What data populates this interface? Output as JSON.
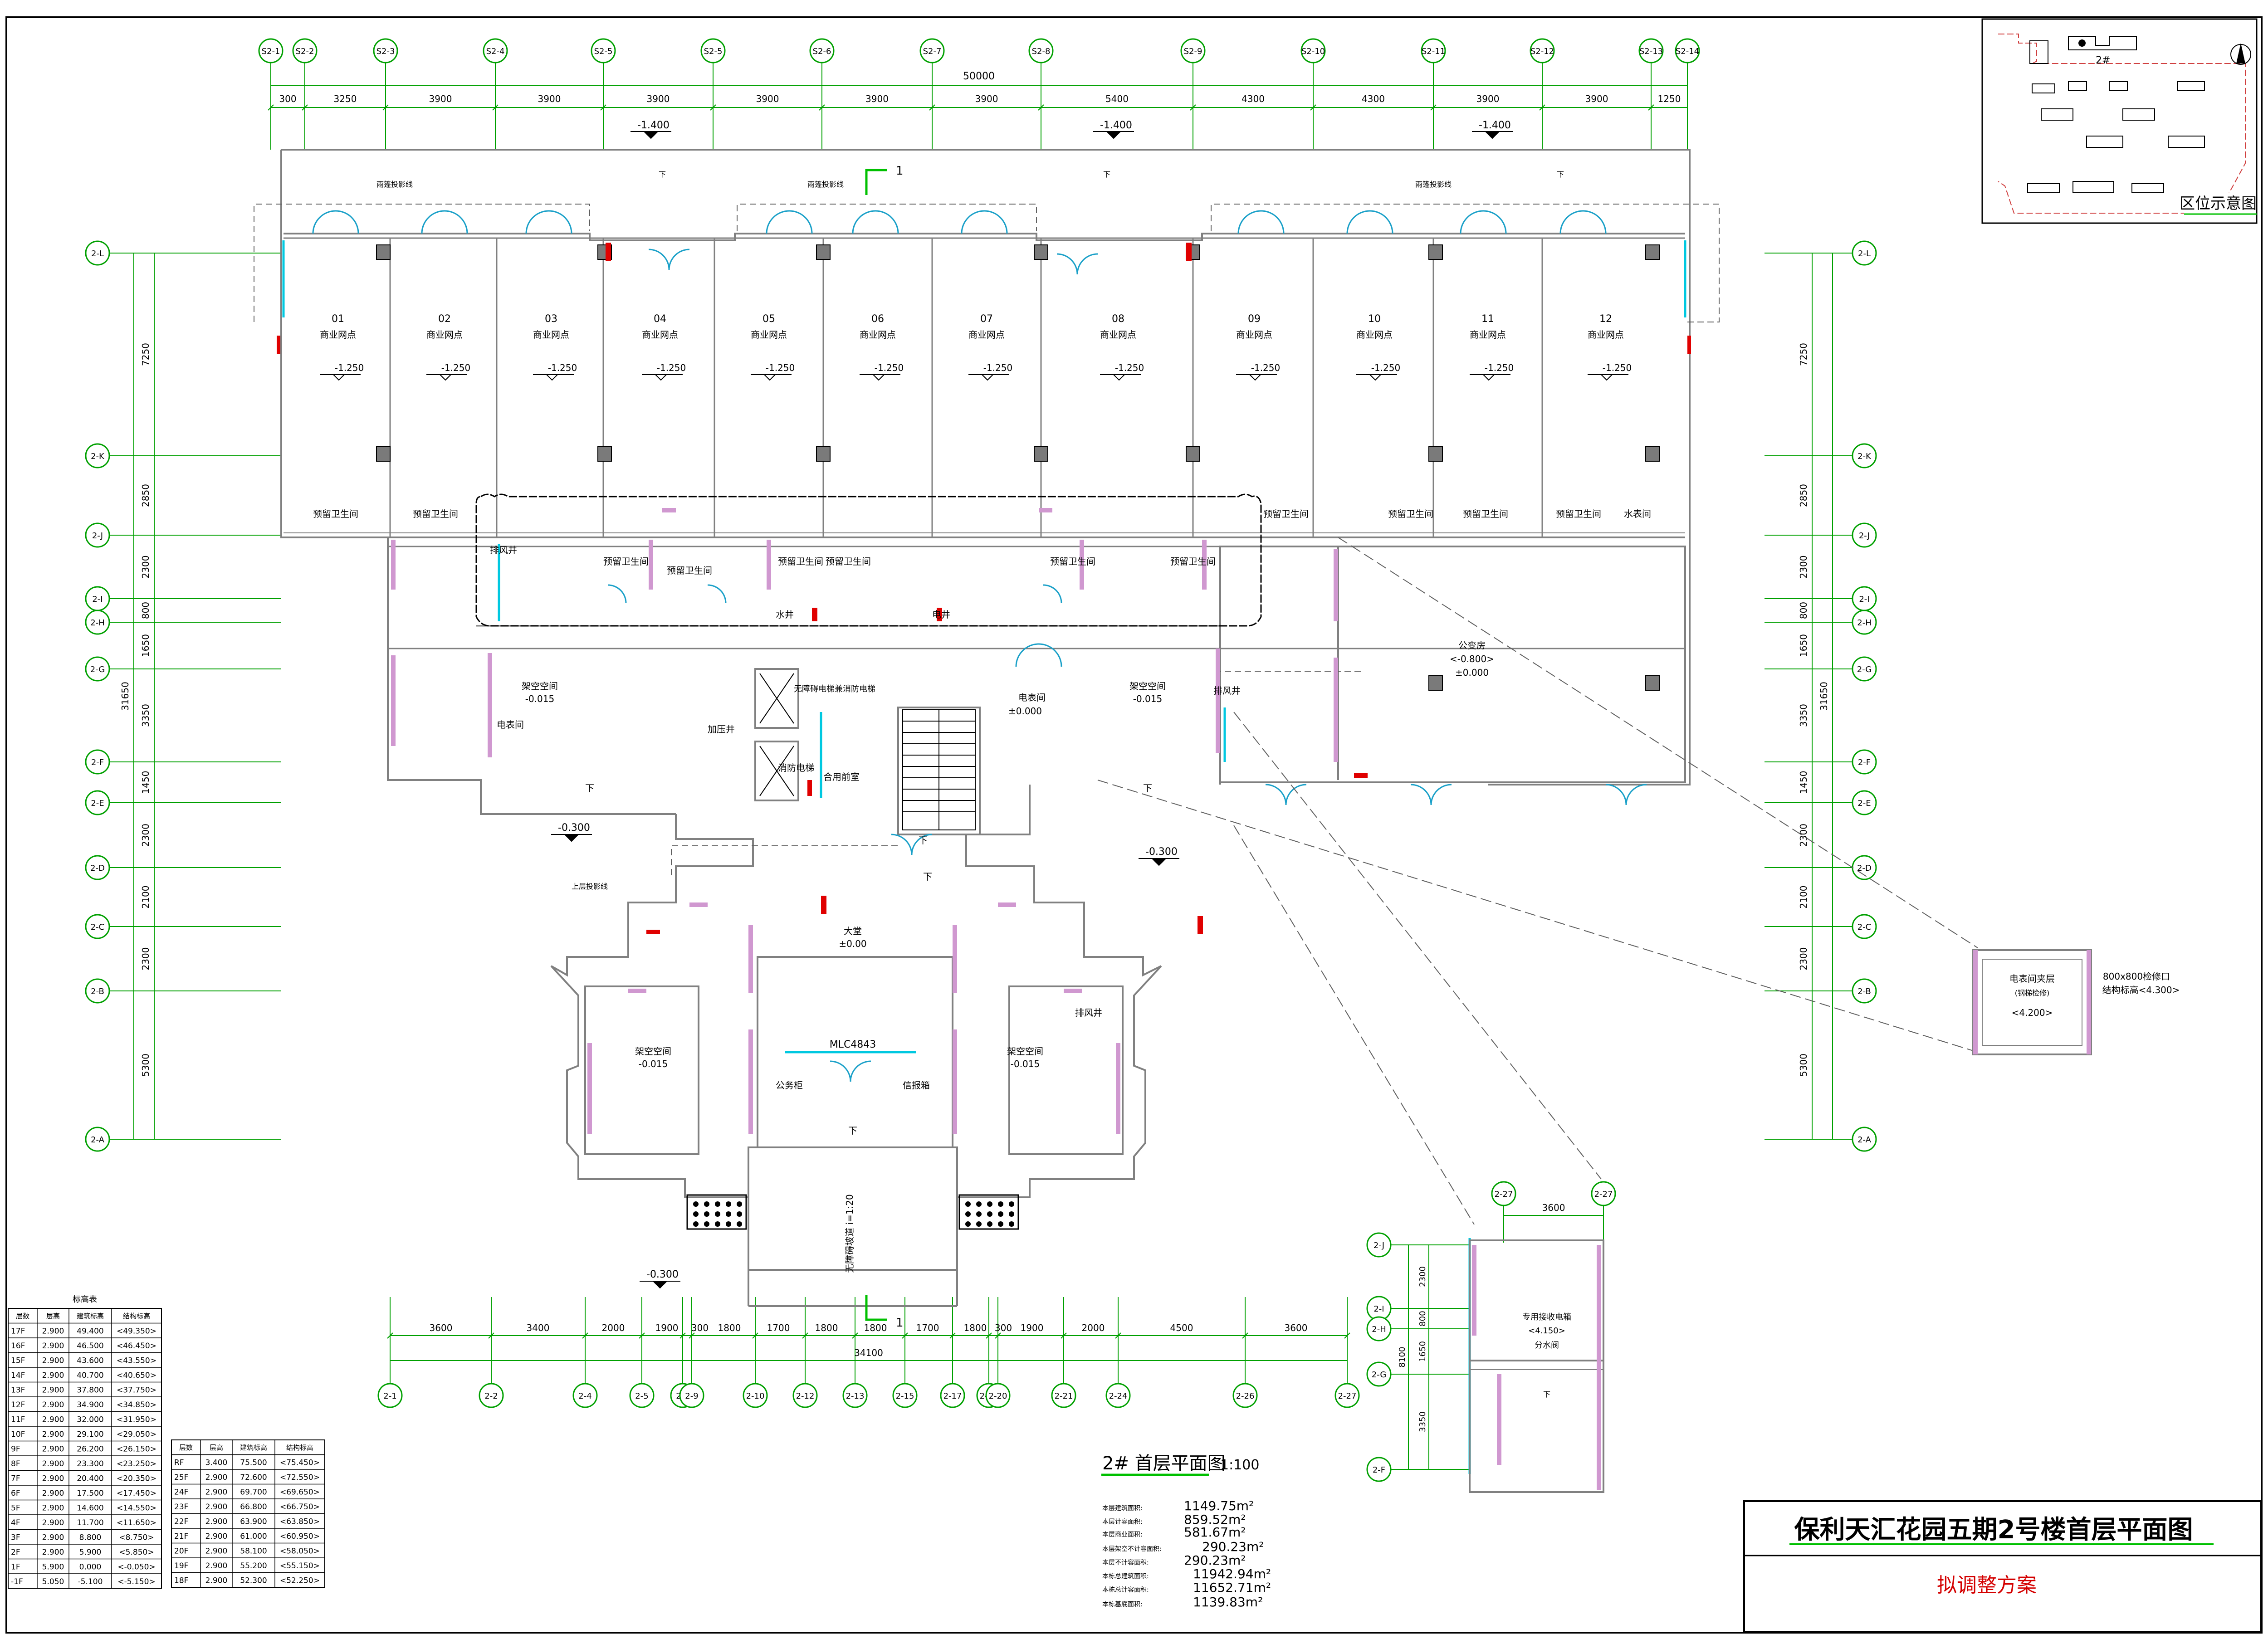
{
  "drawing": {
    "title": "保利天汇花园五期2号楼首层平面图",
    "status": "拟调整方案",
    "view_title": "2# 首层平面图",
    "scale": "1:100",
    "locator_label": "区位示意图",
    "locator_building": "2#"
  },
  "grids": {
    "top": [
      "S2-1",
      "S2-2",
      "S2-3",
      "S2-4",
      "S2-5",
      "S2-5",
      "S2-6",
      "S2-7",
      "S2-8",
      "S2-9",
      "S2-10",
      "S2-11",
      "S2-12",
      "S2-13",
      "S2-14"
    ],
    "top_total": "50000",
    "top_dims": [
      "300",
      "3250",
      "3900",
      "3900",
      "3900",
      "3900",
      "3900",
      "3900",
      "5400",
      "4300",
      "4300",
      "3900",
      "3900",
      "1250"
    ],
    "bottom": [
      "2-1",
      "2-2",
      "2-4",
      "2-5",
      "2-8",
      "2-9",
      "2-10",
      "2-12",
      "2-13",
      "2-15",
      "2-17",
      "2-19",
      "2-20",
      "2-21",
      "2-24",
      "2-26",
      "2-27"
    ],
    "bottom_total": "34100",
    "bottom_dims": [
      "3600",
      "3400",
      "2000",
      "1900",
      "300",
      "1800",
      "1700",
      "1800",
      "1800",
      "1700",
      "1800",
      "300",
      "1900",
      "2000",
      "4500",
      "3600"
    ],
    "left": [
      "2-L",
      "2-K",
      "2-J",
      "2-I",
      "2-H",
      "2-G",
      "2-F",
      "2-E",
      "2-D",
      "2-C",
      "2-B",
      "2-A"
    ],
    "left_dims": [
      "7250",
      "2850",
      "2300",
      "800",
      "1650",
      "3350",
      "1450",
      "2300",
      "2100",
      "2300",
      "5300"
    ],
    "left_total": "31650",
    "right": [
      "2-L",
      "2-K",
      "2-J",
      "2-I",
      "2-H",
      "2-G",
      "2-F",
      "2-E",
      "2-D",
      "2-C",
      "2-B",
      "2-A"
    ],
    "right_dims": [
      "7250",
      "2850",
      "2300",
      "800",
      "1650",
      "3350",
      "1450",
      "2300",
      "2100",
      "2300",
      "5300"
    ],
    "right_total": "31650",
    "detail_top": [
      "2-27",
      "2-27"
    ],
    "detail_dim": "3600",
    "detail_left": [
      "2-J",
      "2-I",
      "2-H",
      "2-G",
      "2-F"
    ],
    "detail_dims": [
      "2300",
      "800",
      "1650",
      "3350"
    ],
    "detail_total": "8100"
  },
  "shops": [
    {
      "no": "01",
      "name": "商业网点",
      "elev": "-1.250"
    },
    {
      "no": "02",
      "name": "商业网点",
      "elev": "-1.250"
    },
    {
      "no": "03",
      "name": "商业网点",
      "elev": "-1.250"
    },
    {
      "no": "04",
      "name": "商业网点",
      "elev": "-1.250"
    },
    {
      "no": "05",
      "name": "商业网点",
      "elev": "-1.250"
    },
    {
      "no": "06",
      "name": "商业网点",
      "elev": "-1.250"
    },
    {
      "no": "07",
      "name": "商业网点",
      "elev": "-1.250"
    },
    {
      "no": "08",
      "name": "商业网点",
      "elev": "-1.250"
    },
    {
      "no": "09",
      "name": "商业网点",
      "elev": "-1.250"
    },
    {
      "no": "10",
      "name": "商业网点",
      "elev": "-1.250"
    },
    {
      "no": "11",
      "name": "商业网点",
      "elev": "-1.250"
    },
    {
      "no": "12",
      "name": "商业网点",
      "elev": "-1.250"
    }
  ],
  "labels": {
    "wc": "预留卫生间",
    "water_meter": "水表间",
    "canopy": "雨篷投影线",
    "upper_floor_line": "上层投影线",
    "exhaust": "排风井",
    "exhaust2": "排风井",
    "elec": "电表间",
    "elec2": "电表间",
    "water_well": "水井",
    "elec_well": "电井",
    "pressurize": "加压井",
    "fire_elev": "消防电梯",
    "elev_combo": "无障碍电梯兼消防电梯",
    "mail": "合用前室",
    "lobby": "大堂",
    "lobby_elev": "±0.00",
    "substation": "公变房",
    "substation_elev1": "<-0.800>",
    "substation_elev2": "±0.000",
    "elec_elev": "±0.000",
    "void_area": "架空空间",
    "void_tl_elev": "-0.015",
    "void_tr_elev": "-0.015",
    "void_bl_elev": "-0.015",
    "void_br_elev": "-0.015",
    "door_code": "MLC4843",
    "mailbox": "信报箱",
    "public_cabinet": "公务柜",
    "ramp": "无障碍坡道 i=1:20",
    "elev_m1400": "-1.400",
    "elev_m0300": "-0.300",
    "down": "下",
    "section_mark": "1",
    "mezz_title": "电表间夹层",
    "mezz_note1": "800x800检修口",
    "mezz_note2": "(钢梯检修)",
    "mezz_note3": "结构标高<4.300>",
    "mezz_elev": "<4.200>",
    "detail_room": "专用接收电箱",
    "detail_elev": "<4.150>",
    "detail_note": "分水阀"
  },
  "table_left": {
    "title": "标高表",
    "headers": [
      "层数",
      "层高",
      "建筑标高",
      "结构标高"
    ],
    "rows": [
      [
        "17F",
        "2.900",
        "49.400",
        "<49.350>"
      ],
      [
        "16F",
        "2.900",
        "46.500",
        "<46.450>"
      ],
      [
        "15F",
        "2.900",
        "43.600",
        "<43.550>"
      ],
      [
        "14F",
        "2.900",
        "40.700",
        "<40.650>"
      ],
      [
        "13F",
        "2.900",
        "37.800",
        "<37.750>"
      ],
      [
        "12F",
        "2.900",
        "34.900",
        "<34.850>"
      ],
      [
        "11F",
        "2.900",
        "32.000",
        "<31.950>"
      ],
      [
        "10F",
        "2.900",
        "29.100",
        "<29.050>"
      ],
      [
        "9F",
        "2.900",
        "26.200",
        "<26.150>"
      ],
      [
        "8F",
        "2.900",
        "23.300",
        "<23.250>"
      ],
      [
        "7F",
        "2.900",
        "20.400",
        "<20.350>"
      ],
      [
        "6F",
        "2.900",
        "17.500",
        "<17.450>"
      ],
      [
        "5F",
        "2.900",
        "14.600",
        "<14.550>"
      ],
      [
        "4F",
        "2.900",
        "11.700",
        "<11.650>"
      ],
      [
        "3F",
        "2.900",
        "8.800",
        "<8.750>"
      ],
      [
        "2F",
        "2.900",
        "5.900",
        "<5.850>"
      ],
      [
        "1F",
        "5.900",
        "0.000",
        "<-0.050>"
      ],
      [
        "-1F",
        "5.050",
        "-5.100",
        "<-5.150>"
      ]
    ]
  },
  "table_right": {
    "headers": [
      "层数",
      "层高",
      "建筑标高",
      "结构标高"
    ],
    "rows": [
      [
        "RF",
        "3.400",
        "75.500",
        "<75.450>"
      ],
      [
        "25F",
        "2.900",
        "72.600",
        "<72.550>"
      ],
      [
        "24F",
        "2.900",
        "69.700",
        "<69.650>"
      ],
      [
        "23F",
        "2.900",
        "66.800",
        "<66.750>"
      ],
      [
        "22F",
        "2.900",
        "63.900",
        "<63.850>"
      ],
      [
        "21F",
        "2.900",
        "61.000",
        "<60.950>"
      ],
      [
        "20F",
        "2.900",
        "58.100",
        "<58.050>"
      ],
      [
        "19F",
        "2.900",
        "55.200",
        "<55.150>"
      ],
      [
        "18F",
        "2.900",
        "52.300",
        "<52.250>"
      ]
    ]
  },
  "areas": [
    {
      "label": "本层建筑面积:",
      "value": "1149.75m²"
    },
    {
      "label": "本层计容面积:",
      "value": "859.52m²"
    },
    {
      "label": "本层商业面积:",
      "value": "581.67m²"
    },
    {
      "label": "本层架空不计容面积:",
      "value": "290.23m²"
    },
    {
      "label": "本层不计容面积:",
      "value": "290.23m²"
    },
    {
      "label": "本栋总建筑面积:",
      "value": "11942.94m²"
    },
    {
      "label": "本栋总计容面积:",
      "value": "11652.71m²"
    },
    {
      "label": "本栋基底面积:",
      "value": "1139.83m²"
    }
  ],
  "colors": {
    "grid": "#00a000",
    "wall": "#808080",
    "column": "#808080",
    "window": "#00c8e0",
    "door": "#1aa0c8",
    "hatch": "#d098d0",
    "red": "#e00000",
    "title_red": "#d40000"
  }
}
